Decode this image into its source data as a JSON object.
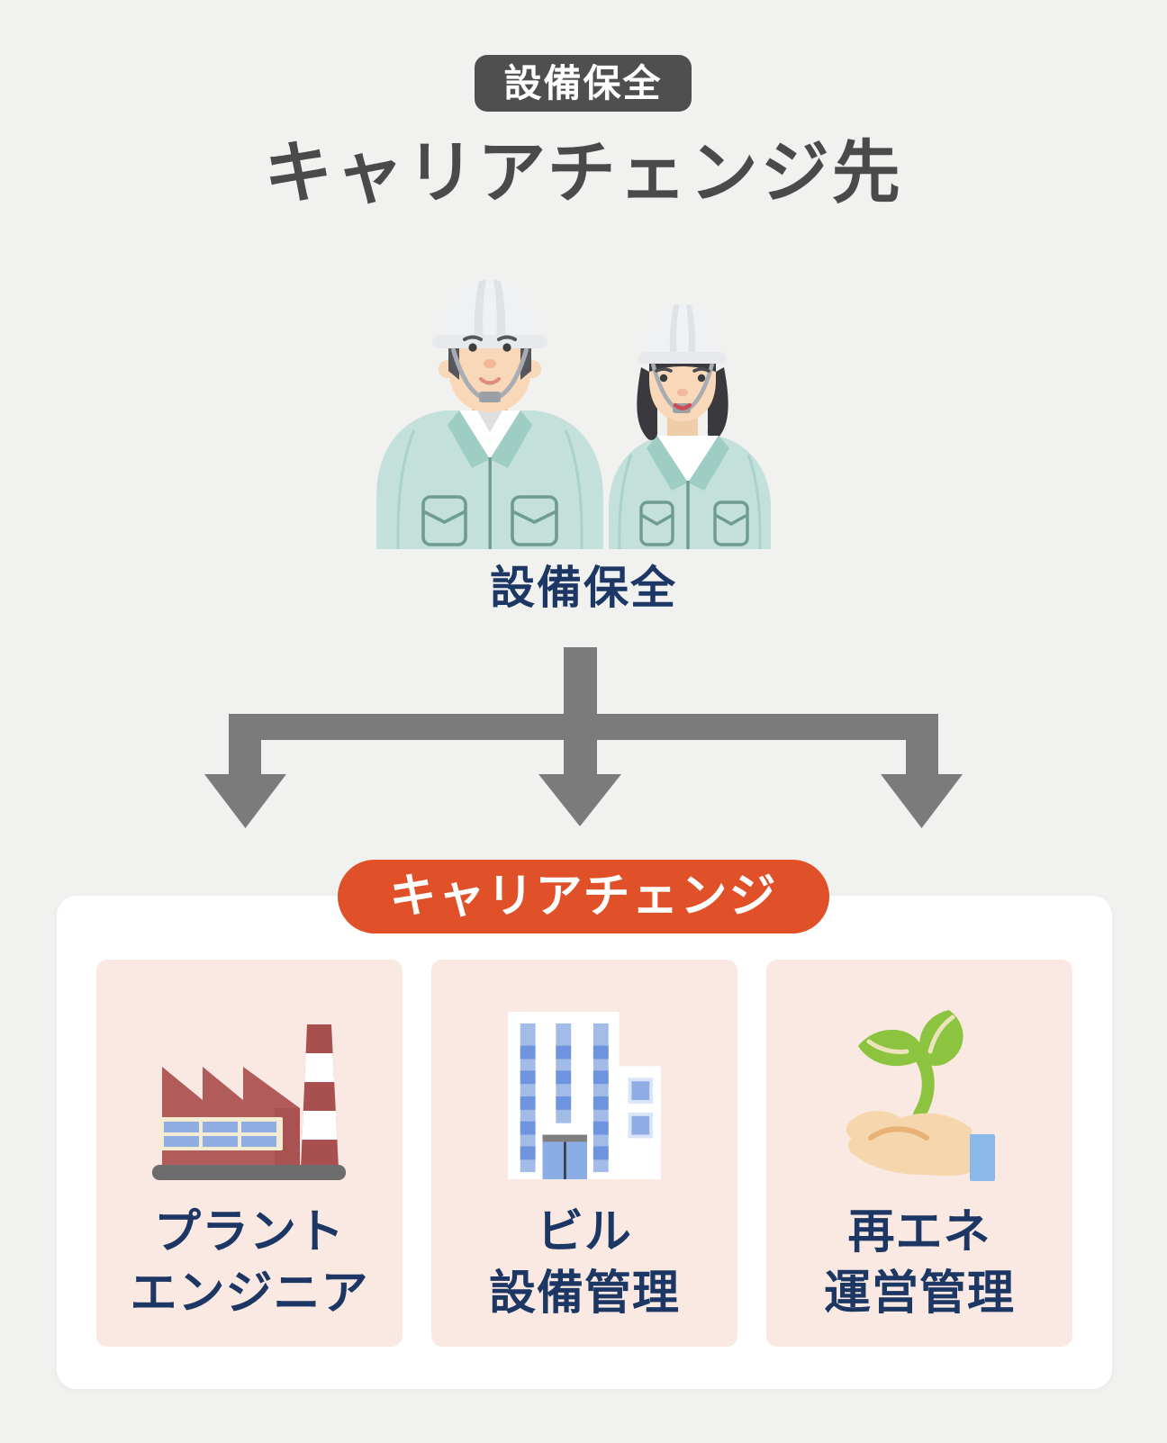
{
  "colors": {
    "background": "#f1f1ef",
    "badge_dark": "#4f4f4f",
    "title_gray": "#4a4a4b",
    "navy": "#1d3765",
    "orange": "#e0512a",
    "card_white": "#ffffff",
    "card_pink": "#fae9e3",
    "arrow_gray": "#7b7b7b",
    "jacket_mint": "#c3e0da",
    "factory_red": "#b25b5b",
    "building_blue": "#8aade4",
    "sprout_green": "#8cc43f",
    "hand_peach": "#f6d7ad"
  },
  "header": {
    "category_badge": "設備保全",
    "title": "キャリアチェンジ先"
  },
  "source": {
    "label": "設備保全",
    "illustration": "two-maintenance-workers-illustration"
  },
  "career_change": {
    "badge": "キャリアチェンジ",
    "cards": [
      {
        "icon": "factory-icon",
        "label_line1": "プラント",
        "label_line2": "エンジニア"
      },
      {
        "icon": "building-icon",
        "label_line1": "ビル",
        "label_line2": "設備管理"
      },
      {
        "icon": "sprout-hand-icon",
        "label_line1": "再エネ",
        "label_line2": "運営管理"
      }
    ]
  }
}
